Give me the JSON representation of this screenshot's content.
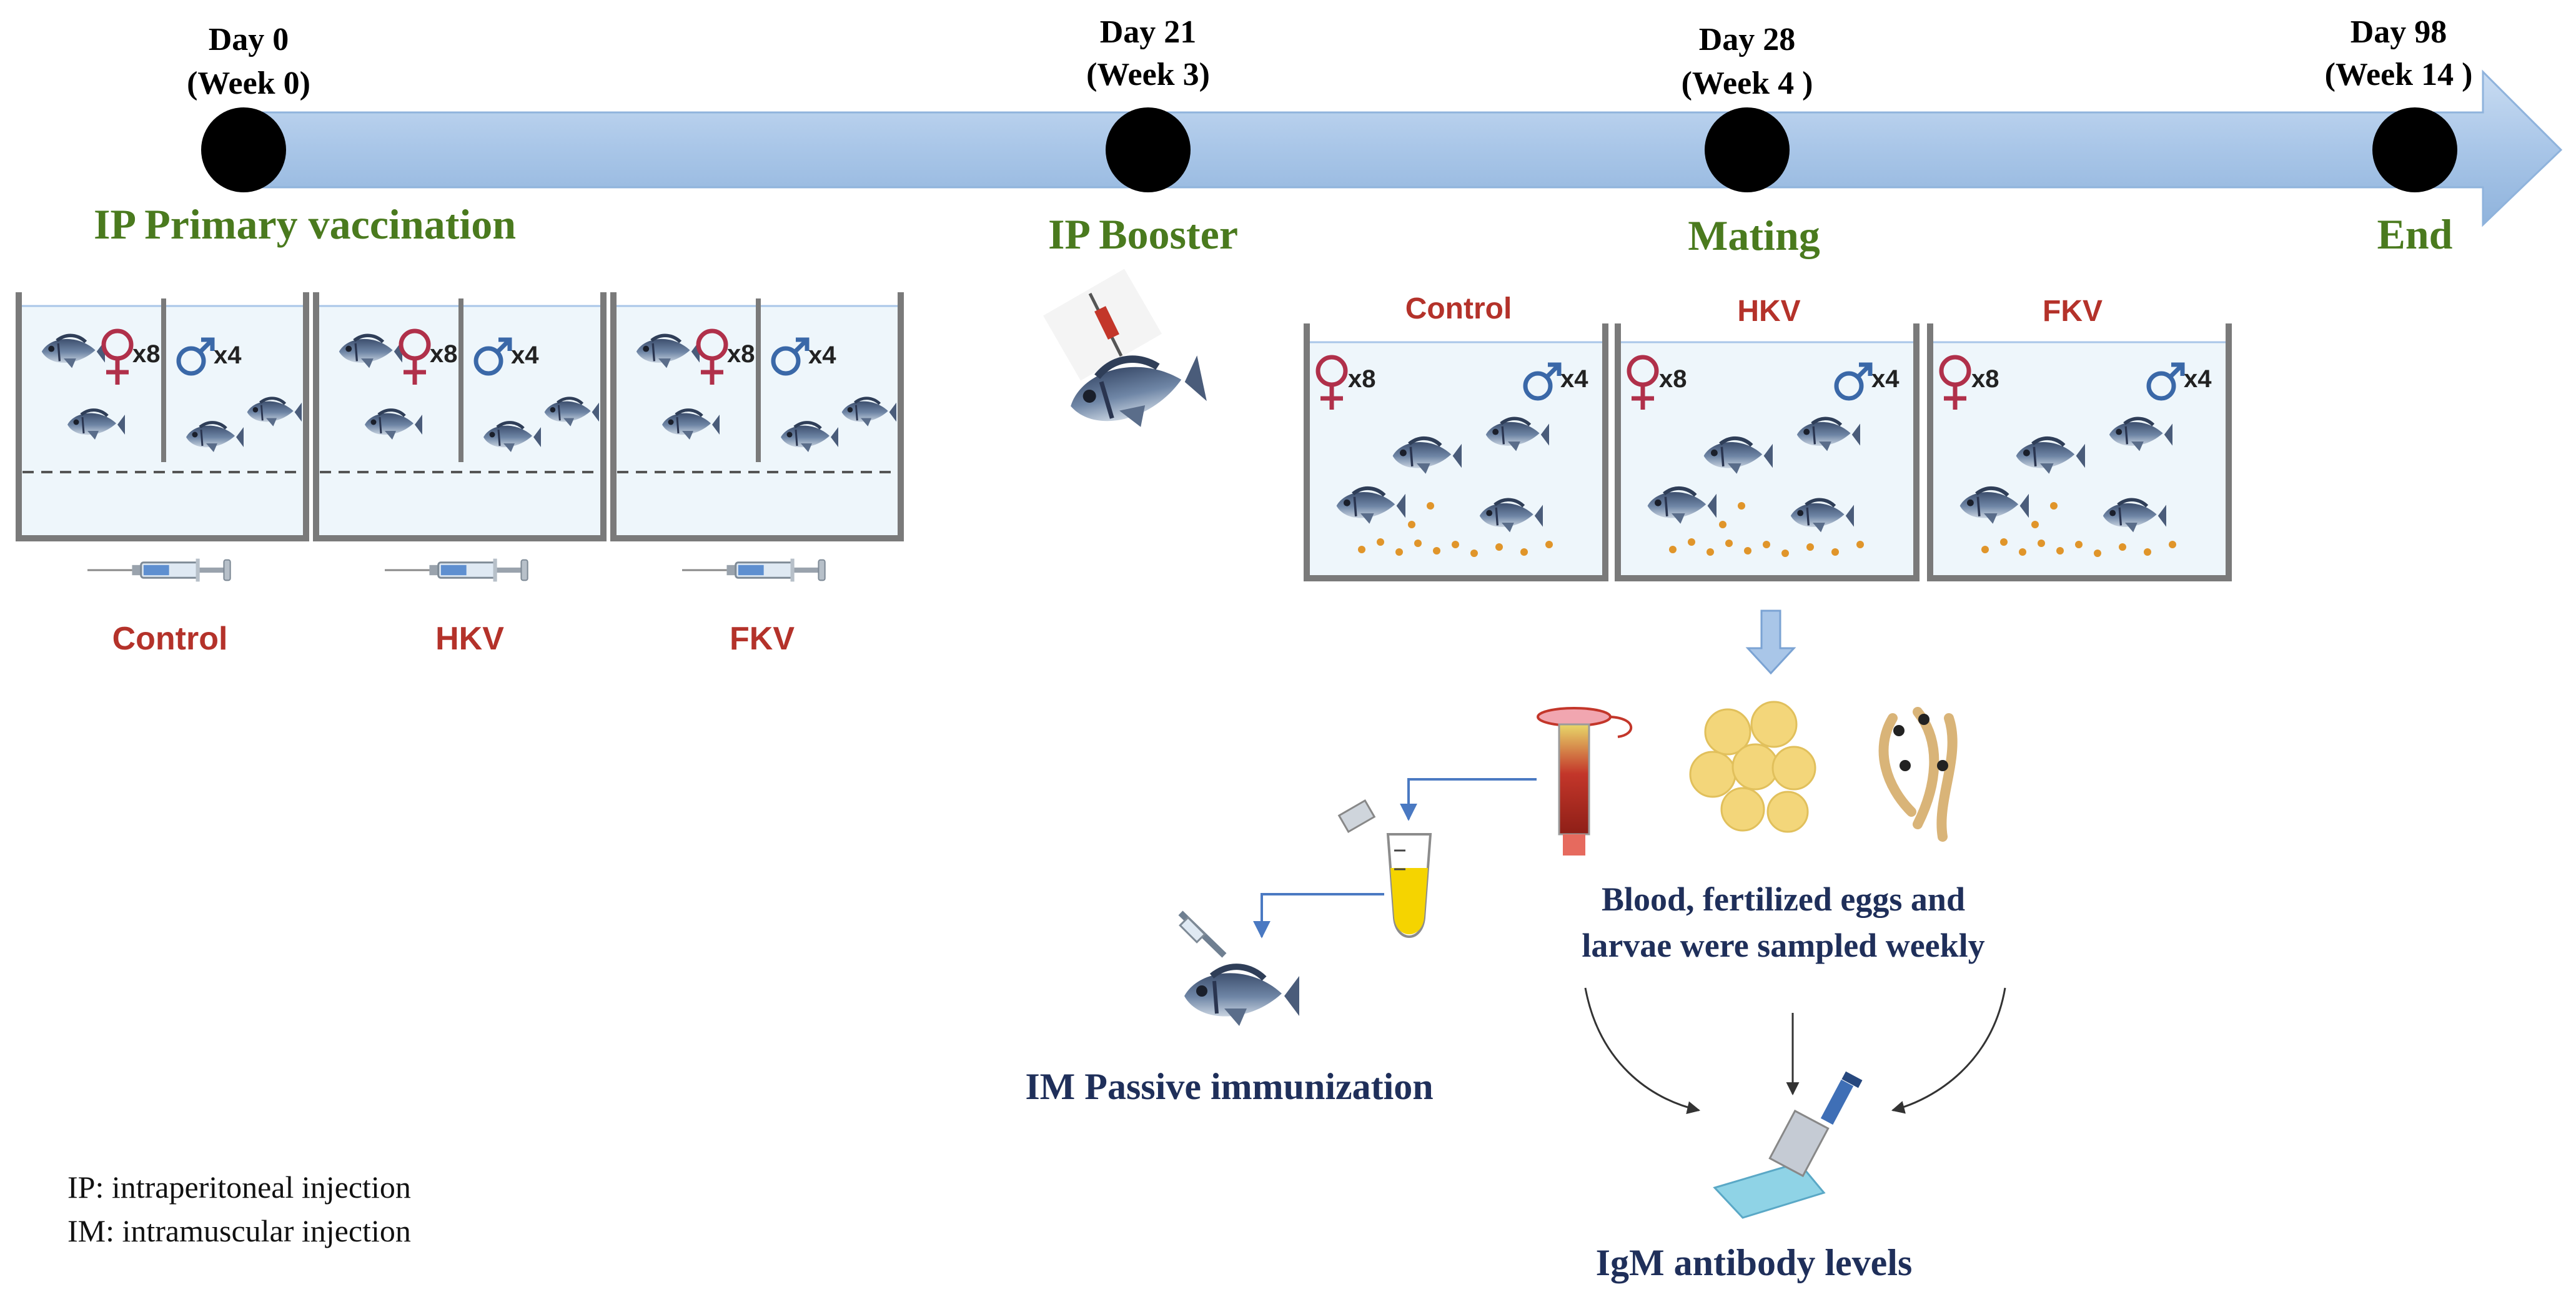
{
  "timeline": {
    "milestones": [
      {
        "day": "Day 0",
        "week": "(Week 0)",
        "event": "IP Primary vaccination"
      },
      {
        "day": "Day 21",
        "week": "(Week 3)",
        "event": "IP Booster"
      },
      {
        "day": "Day 28",
        "week": "(Week 4 )",
        "event": "Mating"
      },
      {
        "day": "Day 98",
        "week": "(Week 14 )",
        "event": "End"
      }
    ]
  },
  "vaccination": {
    "groups": [
      "Control",
      "HKV",
      "FKV"
    ],
    "female_count": "x8",
    "male_count": "x4"
  },
  "mating": {
    "groups": [
      "Control",
      "HKV",
      "FKV"
    ],
    "female_count": "x8",
    "male_count": "x4"
  },
  "sampling": {
    "line1": "Blood, fertilized eggs and",
    "line2": "larvae were sampled weekly"
  },
  "passive": {
    "label": "IM  Passive immunization"
  },
  "result": {
    "label": "IgM  antibody  levels"
  },
  "legend": {
    "ip": "IP: intraperitoneal  injection",
    "im": "IM: intramuscular  injection"
  },
  "colors": {
    "event_green": "#4a7a1e",
    "group_red": "#b4322a",
    "navy_text": "#1f2f5a",
    "arrow_blue": "#a9c6e8",
    "water": "#eef6fb",
    "tank_wall": "#7a7a7a",
    "male_symbol": "#3a68a8",
    "female_symbol": "#b0304a"
  }
}
